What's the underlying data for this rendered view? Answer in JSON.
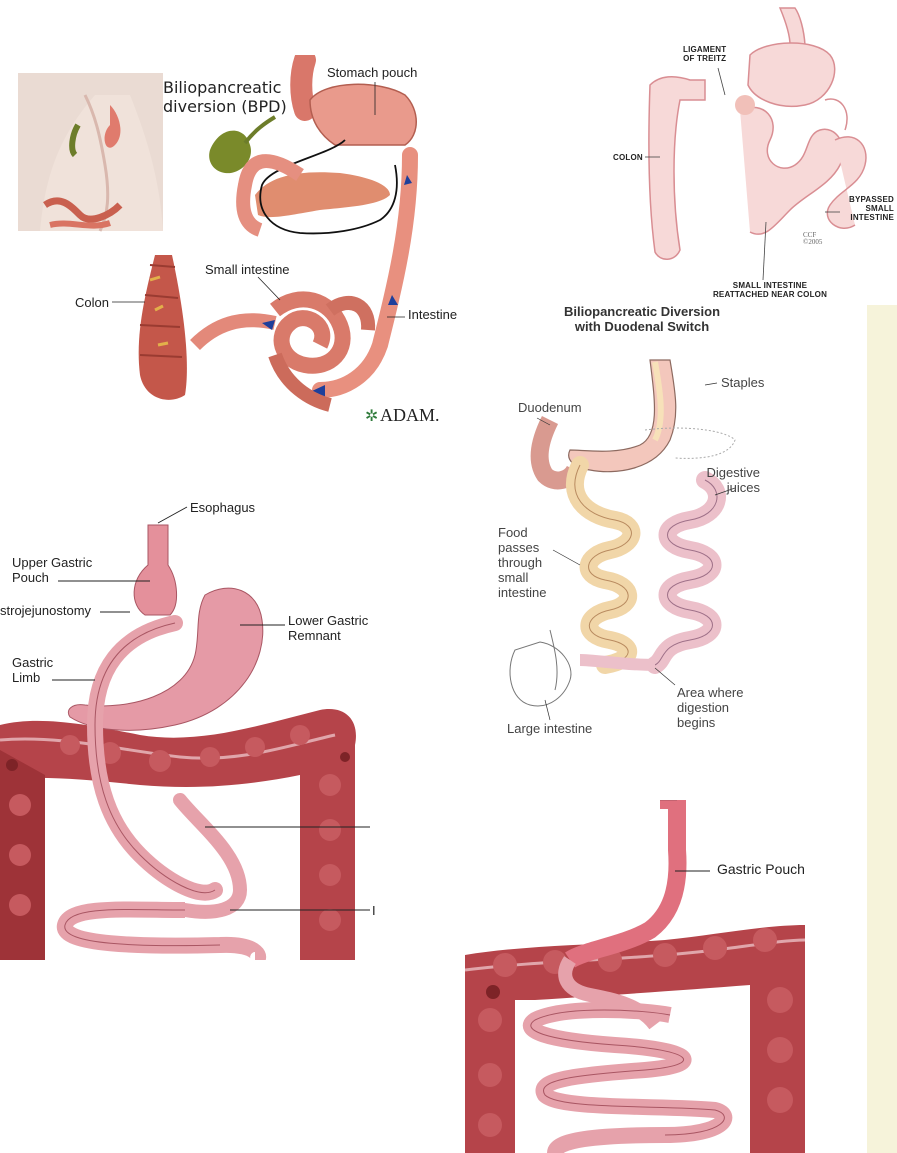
{
  "panels": {
    "bpd": {
      "title_line1": "Biliopancreatic",
      "title_line2": "diversion (BPD)",
      "labels": {
        "stomach_pouch": "Stomach pouch",
        "small_intestine": "Small intestine",
        "colon": "Colon",
        "intestine": "Intestine"
      },
      "logo": "ADAM."
    },
    "ccf": {
      "labels": {
        "ligament_line1": "LIGAMENT",
        "ligament_line2": "OF TREITZ",
        "colon": "COLON",
        "bypassed_line1": "BYPASSED",
        "bypassed_line2": "SMALL",
        "bypassed_line3": "INTESTINE",
        "reattached_line1": "SMALL INTESTINE",
        "reattached_line2": "REATTACHED NEAR COLON"
      },
      "watermark_line1": "CCF",
      "watermark_line2": "©2005"
    },
    "duodenal_switch": {
      "title_line1": "Biliopancreatic Diversion",
      "title_line2": "with Duodenal Switch",
      "labels": {
        "staples": "Staples",
        "duodenum": "Duodenum",
        "digestive_line1": "Digestive",
        "digestive_line2": "juices",
        "food_line1": "Food",
        "food_line2": "passes",
        "food_line3": "through",
        "food_line4": "small",
        "food_line5": "intestine",
        "area_line1": "Area where",
        "area_line2": "digestion",
        "area_line3": "begins",
        "large_intestine": "Large intestine"
      }
    },
    "rny": {
      "labels": {
        "esophagus": "Esophagus",
        "upper_line1": "Upper Gastric",
        "upper_line2": "Pouch",
        "gastrojejunostomy": "strojejunostomy",
        "gastric_limb_line1": "Gastric",
        "gastric_limb_line2": "Limb",
        "lower_line1": "Lower Gastric",
        "lower_line2": "Remnant",
        "cut_label": "I"
      }
    },
    "sleeve": {
      "labels": {
        "gastric_pouch": "Gastric Pouch"
      }
    }
  },
  "colors": {
    "tissue": "#e7897d",
    "tissue_dark": "#b8503f",
    "stomach": "#e89c8e",
    "colon": "#b5444a",
    "colon_dark": "#7d2327",
    "intestine_pale": "#e8b2ae",
    "arrow_blue": "#1f3f9b",
    "line_art": "#e7a9ab",
    "side_strip": "#f6f3da"
  }
}
